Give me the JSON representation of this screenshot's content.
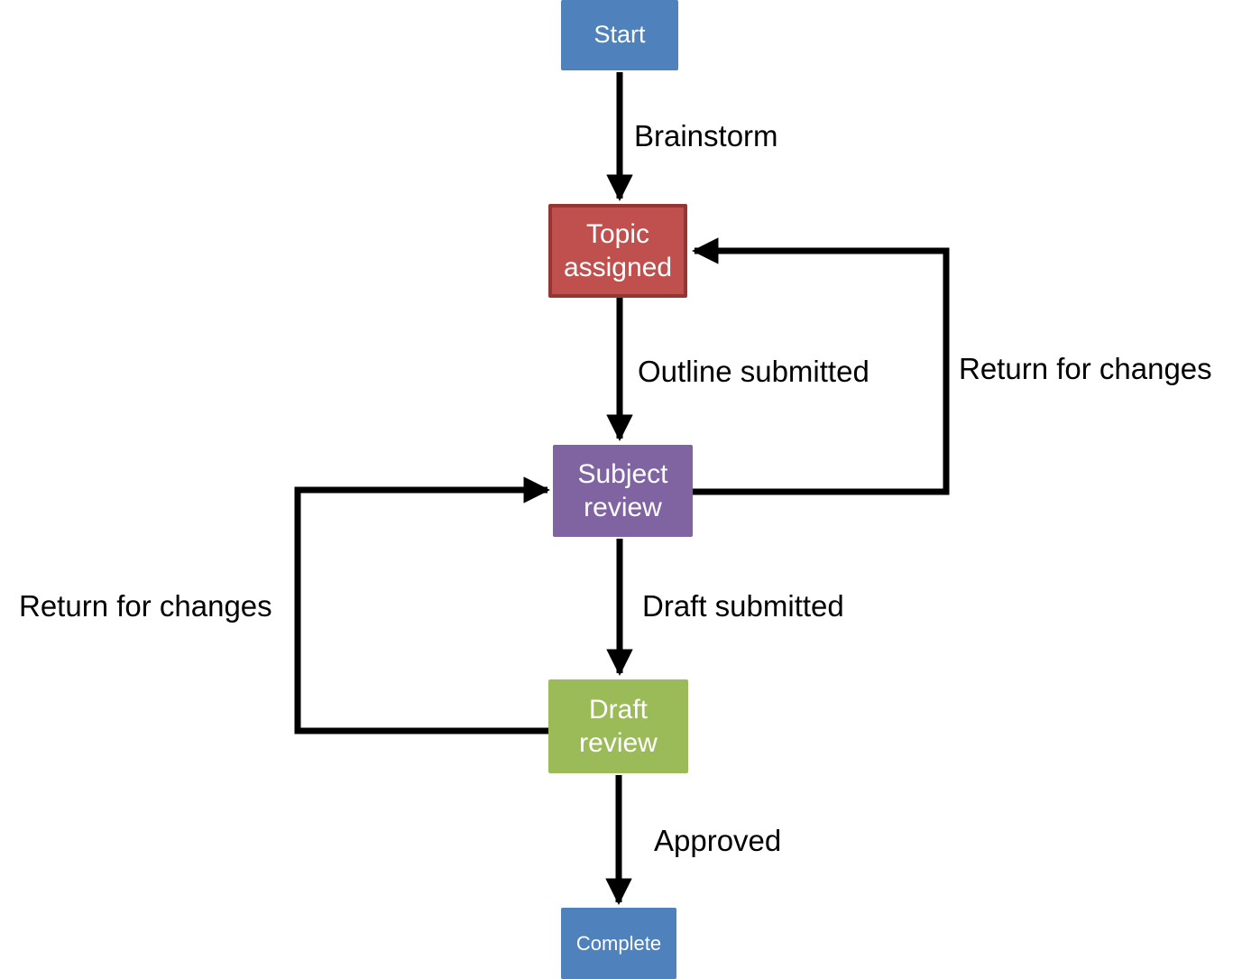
{
  "diagram": {
    "background": "#ffffff",
    "line_color": "#000000",
    "label_color": "#000000",
    "nodes": [
      {
        "id": "start",
        "label": "Start",
        "color": "#4f81bd",
        "text_color": "#ffffff"
      },
      {
        "id": "topic-assigned",
        "label": "Topic assigned",
        "color": "#c0504d",
        "border_color": "#943634",
        "text_color": "#ffffff"
      },
      {
        "id": "subject-review",
        "label": "Subject review",
        "color": "#8064a2",
        "text_color": "#ffffff"
      },
      {
        "id": "draft-review",
        "label": "Draft review",
        "color": "#9bbb59",
        "text_color": "#ffffff"
      },
      {
        "id": "complete",
        "label": "Complete",
        "color": "#4f81bd",
        "text_color": "#ffffff"
      }
    ],
    "edges": [
      {
        "from": "start",
        "to": "topic-assigned",
        "label": "Brainstorm"
      },
      {
        "from": "topic-assigned",
        "to": "subject-review",
        "label": "Outline submitted"
      },
      {
        "from": "subject-review",
        "to": "topic-assigned",
        "label": "Return for changes"
      },
      {
        "from": "subject-review",
        "to": "draft-review",
        "label": "Draft submitted"
      },
      {
        "from": "draft-review",
        "to": "subject-review",
        "label": "Return for changes"
      },
      {
        "from": "draft-review",
        "to": "complete",
        "label": "Approved"
      }
    ]
  }
}
